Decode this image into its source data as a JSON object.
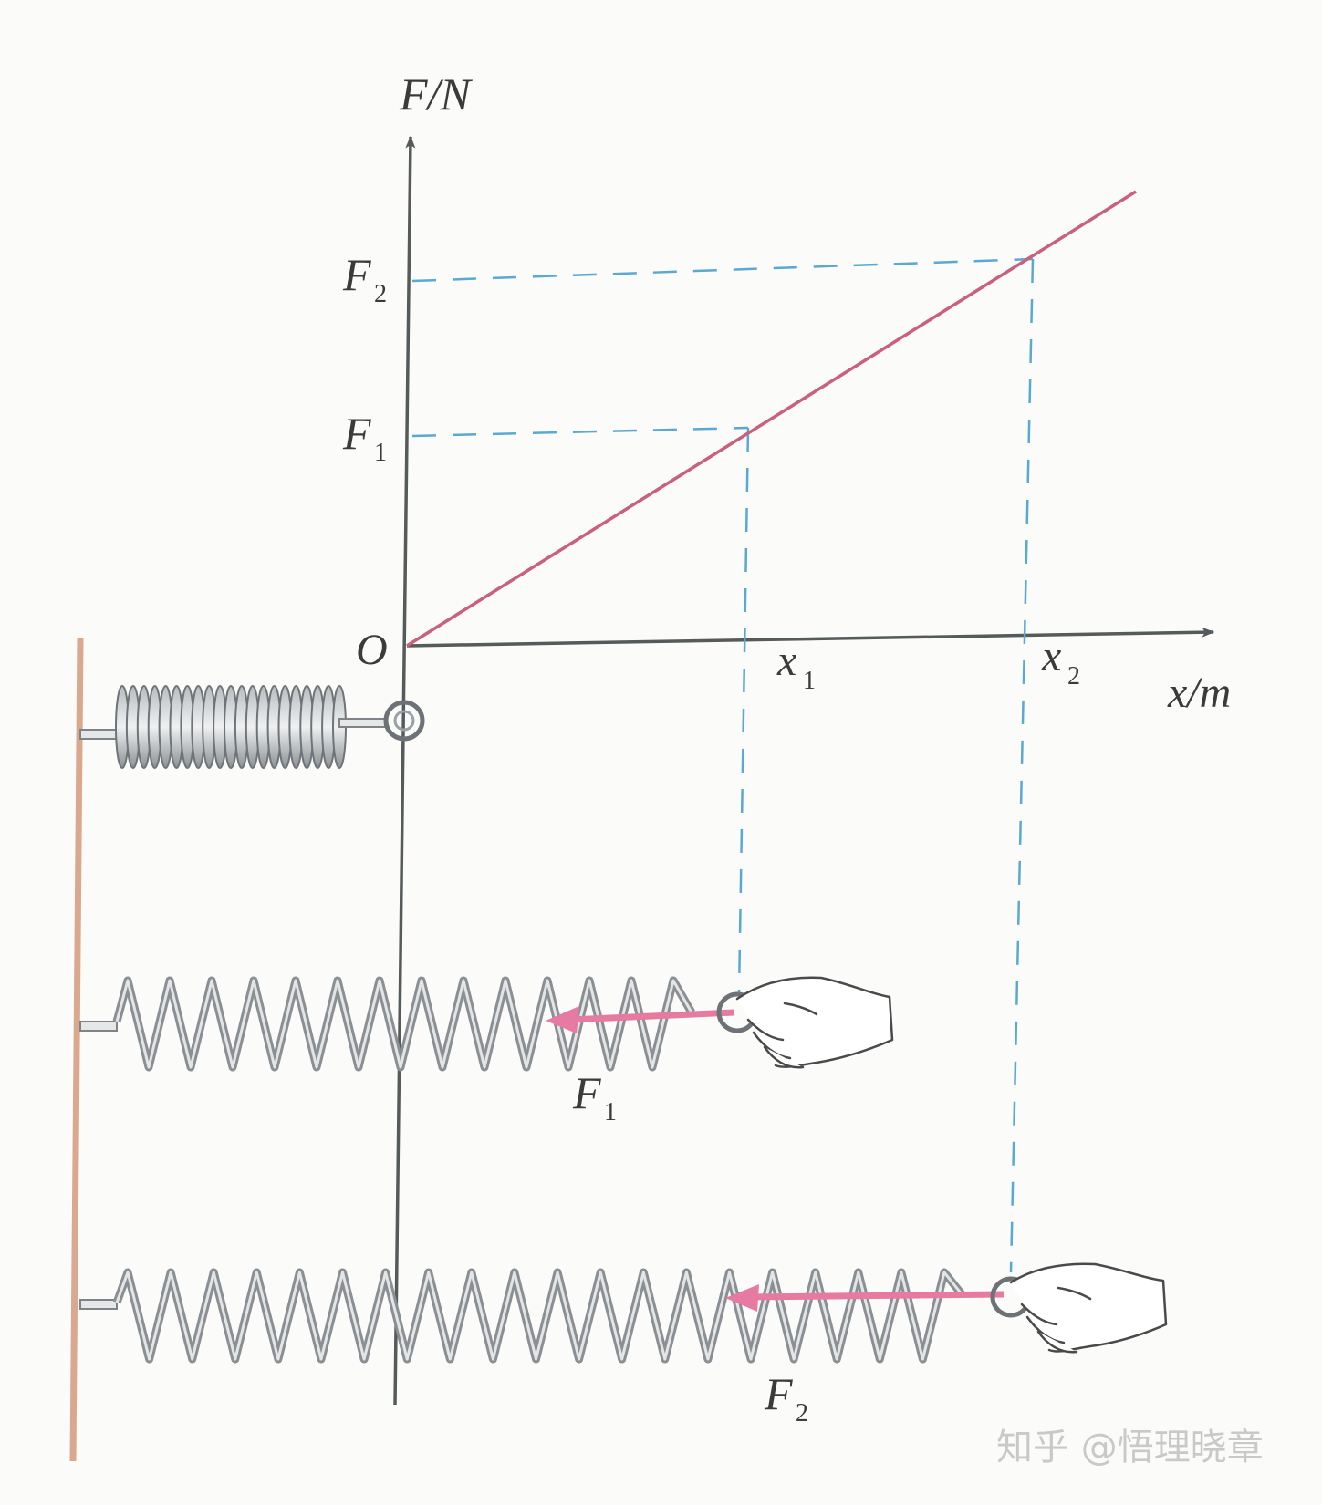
{
  "axes": {
    "y_axis_label": "F/N",
    "x_axis_label": "x/m",
    "origin_label": "O"
  },
  "y_ticks": [
    {
      "main": "F",
      "sub": "1"
    },
    {
      "main": "F",
      "sub": "2"
    }
  ],
  "x_ticks": [
    {
      "main": "x",
      "sub": "1"
    },
    {
      "main": "x",
      "sub": "2"
    }
  ],
  "force_labels": [
    {
      "main": "F",
      "sub": "1"
    },
    {
      "main": "F",
      "sub": "2"
    }
  ],
  "watermark": "知乎 @悟理晓章",
  "colors": {
    "line": "#c9607c",
    "dashed_guides": "#5aa9d0",
    "axes": "#555a5a",
    "wall": "#d9a88e",
    "spring": "#8a8f93",
    "force_arrow": "#e77aa0"
  },
  "icons": {
    "hand_pull_1": "hand-icon",
    "hand_pull_2": "hand-icon"
  }
}
